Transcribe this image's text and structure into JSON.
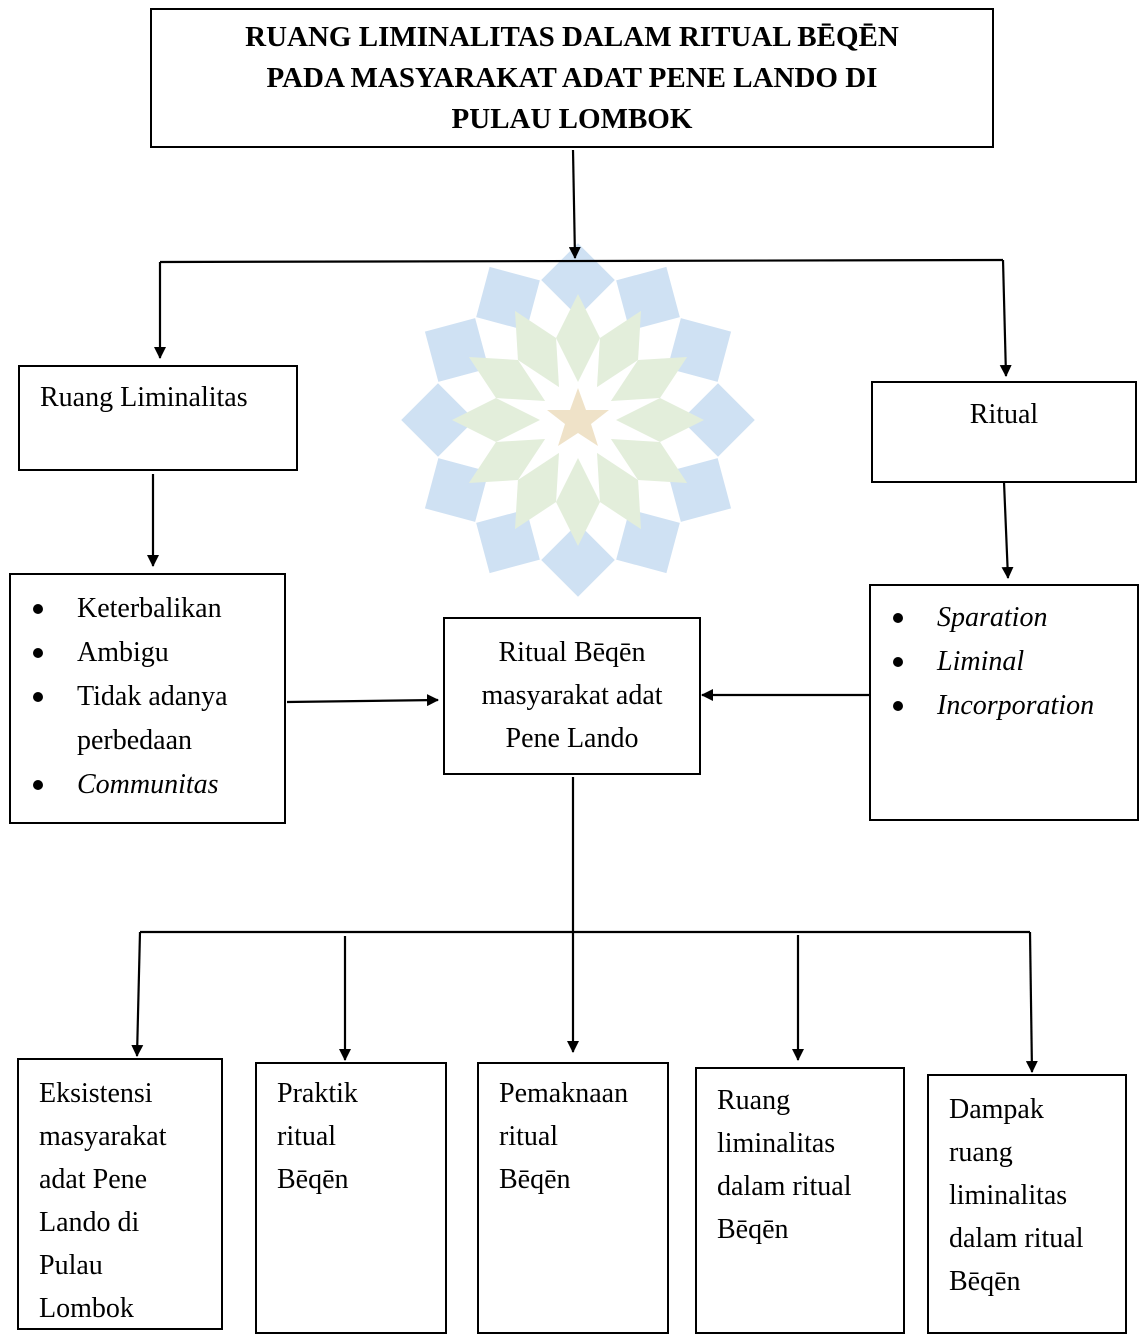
{
  "title": {
    "line1": "RUANG LIMINALITAS DALAM RITUAL BĒQĒN",
    "line2": "PADA MASYARAKAT ADAT PENE LANDO DI",
    "line3": "PULAU LOMBOK"
  },
  "left_branch": {
    "label": "Ruang Liminalitas",
    "items": [
      "Keterbalikan",
      "Ambigu",
      "Tidak adanya perbedaan",
      "Communitas"
    ],
    "italic_items": [
      "Communitas"
    ]
  },
  "right_branch": {
    "label": "Ritual",
    "items": [
      "Sparation",
      "Liminal",
      "Incorporation"
    ]
  },
  "center": {
    "label": [
      "Ritual Bēqēn",
      "masyarakat adat",
      "Pene Lando"
    ]
  },
  "outputs": [
    {
      "lines": [
        "Eksistensi",
        "masyarakat",
        "adat Pene",
        "Lando di",
        "Pulau",
        "Lombok"
      ]
    },
    {
      "lines": [
        "Praktik",
        "ritual",
        "Bēqēn"
      ]
    },
    {
      "lines": [
        "Pemaknaan",
        "ritual",
        "Bēqēn"
      ]
    },
    {
      "lines": [
        "Ruang",
        "liminalitas",
        "dalam ritual",
        "Bēqēn"
      ]
    },
    {
      "lines": [
        "Dampak",
        "ruang",
        "liminalitas",
        "dalam ritual",
        "Bēqēn"
      ]
    }
  ],
  "colors": {
    "watermark_blue": "#cfe1f3",
    "watermark_green": "#e3eedb",
    "watermark_star": "#efe2c8",
    "line": "#000000"
  }
}
